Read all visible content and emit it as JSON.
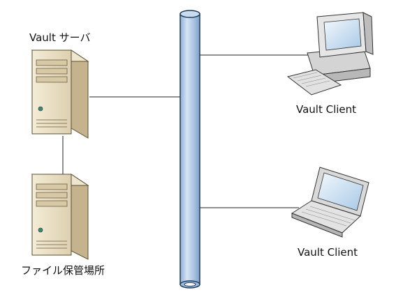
{
  "nodes": {
    "vault_server": {
      "label": "Vault サーバ"
    },
    "file_storage": {
      "label": "ファイル保管場所"
    },
    "client_desktop": {
      "label": "Vault Client"
    },
    "client_laptop": {
      "label": "Vault Client"
    }
  },
  "colors": {
    "pipe_fill": "#b7cde6",
    "pipe_stroke": "#1e3a5c",
    "server_body": "#e4d9bf",
    "server_side": "#c9b995",
    "monitor_body": "#e8e8e8",
    "screen": "#cfe3f4",
    "line": "#222222"
  },
  "icons": {
    "vault_server": "tower-server-icon",
    "file_storage": "tower-server-icon",
    "client_desktop": "desktop-computer-icon",
    "client_laptop": "laptop-icon",
    "network": "network-backbone-pipe"
  }
}
